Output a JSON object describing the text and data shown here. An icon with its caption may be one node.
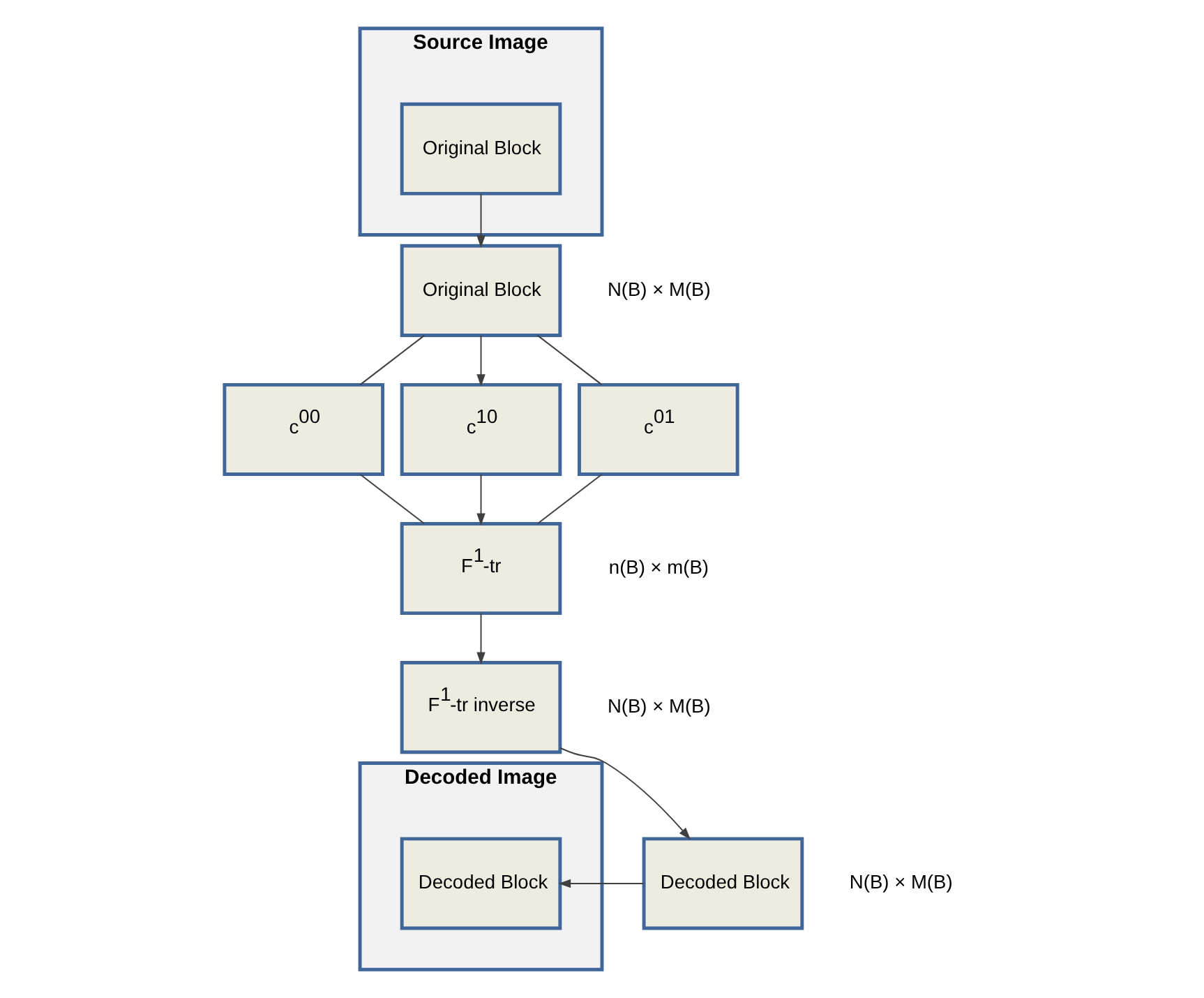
{
  "diagram": {
    "nodes": [
      {
        "text": [
          "Source Image"
        ]
      },
      {
        "text": [
          "Original Block"
        ],
        "in": 0
      },
      {
        "text": [
          "Original Block"
        ],
        "beside": [
          "N(B) × M(B)"
        ]
      },
      {
        "text": [
          "c$^{00}$"
        ]
      },
      {
        "text": [
          "c$^{10}$"
        ]
      },
      {
        "text": [
          "c$^{01}$"
        ]
      },
      {
        "text": [
          "F$^{1}$-tr"
        ],
        "beside": [
          "n(B) × m(B)"
        ]
      },
      {
        "text": [
          "F$^{1}$-tr inverse"
        ],
        "beside": [
          "N(B) × M(B)"
        ]
      },
      {
        "text": [
          "Decoded Image"
        ]
      },
      {
        "text": [
          "Decoded Block"
        ],
        "in": 8
      },
      {
        "text": [
          "Decoded Block"
        ],
        "beside": [
          "N(B) × M(B)"
        ]
      }
    ],
    "edges": [
      {
        "from": 1,
        "to": 2,
        "arrow": "to"
      },
      {
        "from": 2,
        "to": 3,
        "arrow": "none"
      },
      {
        "from": 2,
        "to": 4,
        "arrow": "to"
      },
      {
        "from": 2,
        "to": 5,
        "arrow": "none"
      },
      {
        "from": 3,
        "to": 6,
        "arrow": "none"
      },
      {
        "from": 4,
        "to": 6,
        "arrow": "to"
      },
      {
        "from": 5,
        "to": 6,
        "arrow": "none"
      },
      {
        "from": 6,
        "to": 7,
        "arrow": "to"
      },
      {
        "from": 7,
        "to": 10,
        "arrow": "to"
      },
      {
        "from": 10,
        "to": 9,
        "arrow": "to"
      }
    ]
  }
}
